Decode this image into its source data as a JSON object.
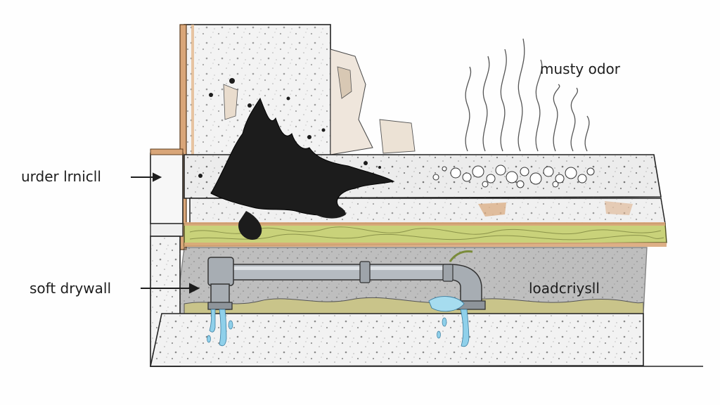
{
  "labels": {
    "under_label": "urder lrnicll",
    "soft_drywall": "soft drywall",
    "musty_odor": "musty odor",
    "load_label": "loadcriysll"
  },
  "colors": {
    "mold": "#1c1c1c",
    "insulation": "#c9d27a",
    "wood": "#d9a679",
    "pipe": "#9ea4aa",
    "water": "#8fd0ea",
    "concrete": "#eeeeee"
  }
}
